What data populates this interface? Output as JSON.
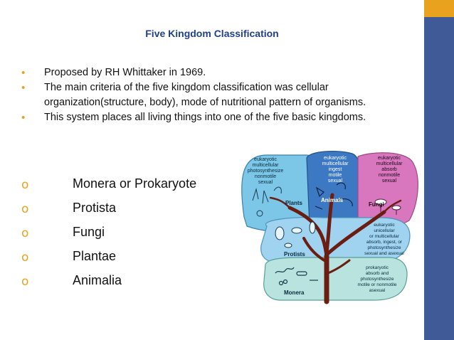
{
  "slide": {
    "title": "Five Kingdom Classification",
    "bullets": [
      "Proposed by RH Whittaker in 1969.",
      "The main criteria of the five kingdom classification was cellular organization(structure, body), mode of nutritional pattern of organisms.",
      "This system places all living things into one of the five basic kingdoms."
    ],
    "kingdoms": [
      "Monera or Prokaryote",
      "Protista",
      "Fungi",
      "Plantae",
      "Animalia"
    ],
    "colors": {
      "title": "#1f3f8f",
      "accent": "#e8a21e",
      "sidebar": "#3f5a96"
    }
  },
  "diagram": {
    "plants": {
      "name": "Plants",
      "desc": [
        "eukaryotic",
        "multicellular",
        "photosynthesize",
        "nonmotile",
        "sexual"
      ]
    },
    "animals": {
      "name": "Animals",
      "desc": [
        "eukaryotic",
        "multicellular",
        "ingest",
        "motile",
        "sexual"
      ]
    },
    "fungi": {
      "name": "Fungi",
      "desc": [
        "eukaryotic",
        "multicellular",
        "absorb",
        "nonmotile",
        "sexual"
      ]
    },
    "protists": {
      "name": "Protists",
      "desc": [
        "eukaryotic",
        "unicellular",
        "or multicellular",
        "absorb, ingest, or",
        "photosynthesize",
        "sexual and asexual"
      ]
    },
    "monera": {
      "name": "Monera",
      "desc": [
        "prokaryotic",
        "absorb and",
        "photosynthesize",
        "motile or nonmotile",
        "asexual"
      ]
    }
  }
}
